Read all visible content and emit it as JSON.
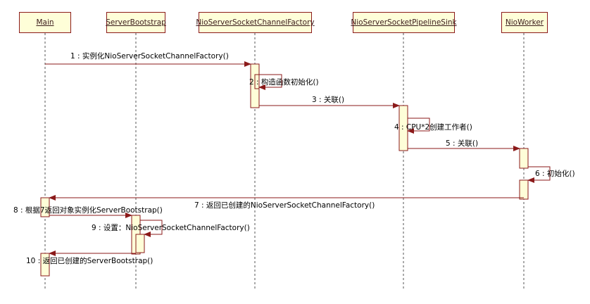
{
  "lifelines": [
    {
      "id": "main",
      "label": "Main"
    },
    {
      "id": "bootstrap",
      "label": "ServerBootstrap"
    },
    {
      "id": "factory",
      "label": "NioServerSocketChannelFactory"
    },
    {
      "id": "sink",
      "label": "NioServerSocketPipelineSink"
    },
    {
      "id": "worker",
      "label": "NioWorker"
    }
  ],
  "messages": [
    {
      "label": "1 : 实例化NioServerSocketChannelFactory()"
    },
    {
      "label": "2 : 构造函数初始化()"
    },
    {
      "label": "3 : 关联()"
    },
    {
      "label": "4 : CPU*2创建工作者()"
    },
    {
      "label": "5 : 关联()"
    },
    {
      "label": "6 : 初始化()"
    },
    {
      "label": "7 : 返回已创建的NioServerSocketChannelFactory()"
    },
    {
      "label": "8 : 根据7返回对象实例化ServerBootstrap()"
    },
    {
      "label": "9 : 设置：NioServerSocketChannelFactory()"
    },
    {
      "label": "10 : 返回已创建的ServerBootstrap()"
    }
  ],
  "colors": {
    "box_fill": "#fefed8",
    "box_border": "#8b1a1a",
    "arrow": "#8b1a1a",
    "lifeline": "#555555"
  }
}
